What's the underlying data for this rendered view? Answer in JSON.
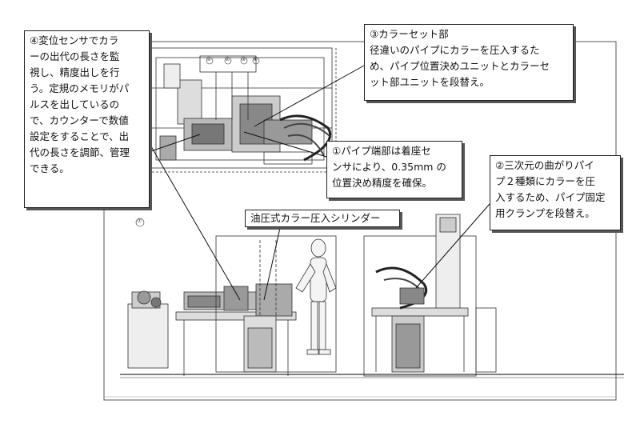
{
  "callouts": {
    "c4": {
      "lines": [
        "④変位センサでカラ",
        "ーの出代の長さを監",
        "視し、精度出しを行",
        "う。定規のメモリがパ",
        "ルスを出しているの",
        "で、カウンターで数値",
        "設定をすることで、出",
        "代の長さを調節、管理",
        "できる。"
      ]
    },
    "c3": {
      "lines": [
        "③カラーセット部",
        "径違いのパイプにカラーを圧入するた",
        "め、パイプ位置決めユニットとカラーセ",
        "ット部ユニットを段替え。"
      ]
    },
    "c1": {
      "lines": [
        "①パイプ端部は着座セ",
        "ンサにより、0.35mm の",
        "位置決め精度を確保。"
      ]
    },
    "c2": {
      "lines": [
        "②三次元の曲がりパイ",
        "プ２種類にカラーを圧",
        "入するため、パイプ固定",
        "用クランプを段替え。"
      ]
    },
    "cylinder": "油圧式カラー圧入シリンダー"
  },
  "drawing": {
    "balloons": [
      "①",
      "②",
      "③",
      "④",
      "⑦"
    ]
  }
}
